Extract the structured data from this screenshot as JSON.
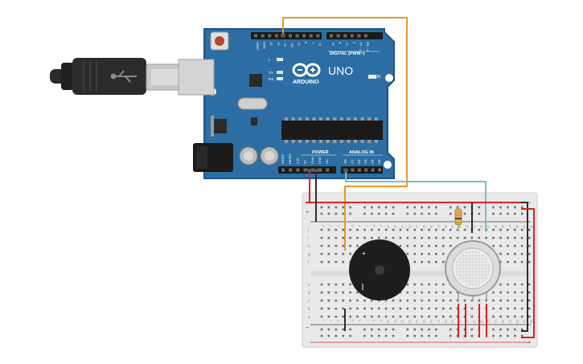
{
  "arduino": {
    "brand": "ARDUINO",
    "model": "UNO",
    "digital_header_label": "DIGITAL (PWM~)",
    "analog_header_label": "ANALOG IN",
    "power_header_label": "POWER",
    "on_label": "ON",
    "led_labels": [
      "L",
      "TX",
      "RX"
    ],
    "digital_pins": [
      "AREF",
      "GND",
      "13",
      "12",
      "~11",
      "~10",
      "~9",
      "8",
      "7",
      "~6",
      "~5",
      "4",
      "~3",
      "2",
      "TX→1",
      "RX←0"
    ],
    "power_pins": [
      "IOREF",
      "RESET",
      "3.3V",
      "5V",
      "GND",
      "GND",
      "Vin"
    ],
    "analog_pins": [
      "A0",
      "A1",
      "A2",
      "A3",
      "A4",
      "A5"
    ]
  },
  "breadboard": {
    "row_letters_top": [
      "j",
      "i",
      "h",
      "g",
      "f"
    ],
    "row_letters_bottom": [
      "e",
      "d",
      "c",
      "b",
      "a"
    ],
    "column_numbers": [
      "1",
      "2",
      "3",
      "4",
      "5",
      "6",
      "7",
      "8",
      "9",
      "10",
      "11",
      "12",
      "13",
      "14",
      "15",
      "16",
      "17",
      "18",
      "19",
      "20",
      "21",
      "22",
      "23",
      "24",
      "25",
      "26",
      "27",
      "28",
      "29",
      "30"
    ],
    "rail_plus": "+",
    "rail_minus": "−"
  },
  "buzzer": {
    "plus_mark": "+"
  },
  "colors": {
    "board": "#2c6ea3",
    "board_dark": "#1f5480",
    "wire_orange": "#e8962a",
    "wire_teal": "#6fc2c8",
    "wire_red": "#d9231f",
    "wire_black": "#2b2b2b",
    "breadboard": "#e9e9e9"
  }
}
